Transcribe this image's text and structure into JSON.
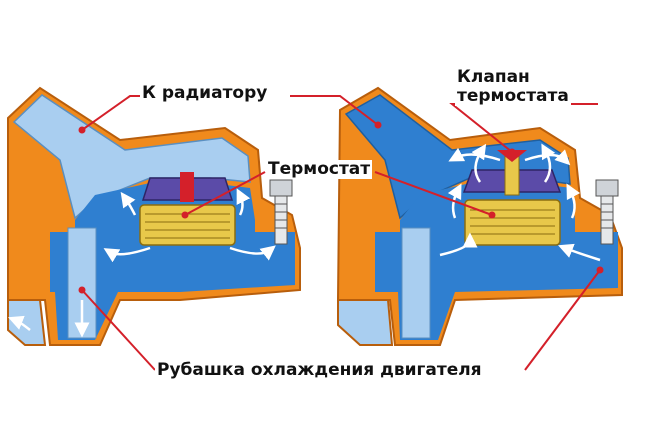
{
  "labels": {
    "to_radiator": "К радиатору",
    "thermostat": "Термостат",
    "valve_line1": "Клапан",
    "valve_line2": "термостата",
    "jacket": "Рубашка охлаждения двигателя"
  },
  "colors": {
    "housing": "#f08a1c",
    "housing_dark": "#b85e0c",
    "coolant": "#2f7fd0",
    "coolant_light": "#a9cef0",
    "pointer": "#d4202a",
    "thermostat_body": "#e8c84a",
    "thermostat_cap": "#5b4ba8",
    "flow_arrow": "#ffffff",
    "bolt": "#cfd3d8"
  },
  "icons": [
    "flow-arrow-icon",
    "bolt-icon",
    "thermostat-icon"
  ]
}
